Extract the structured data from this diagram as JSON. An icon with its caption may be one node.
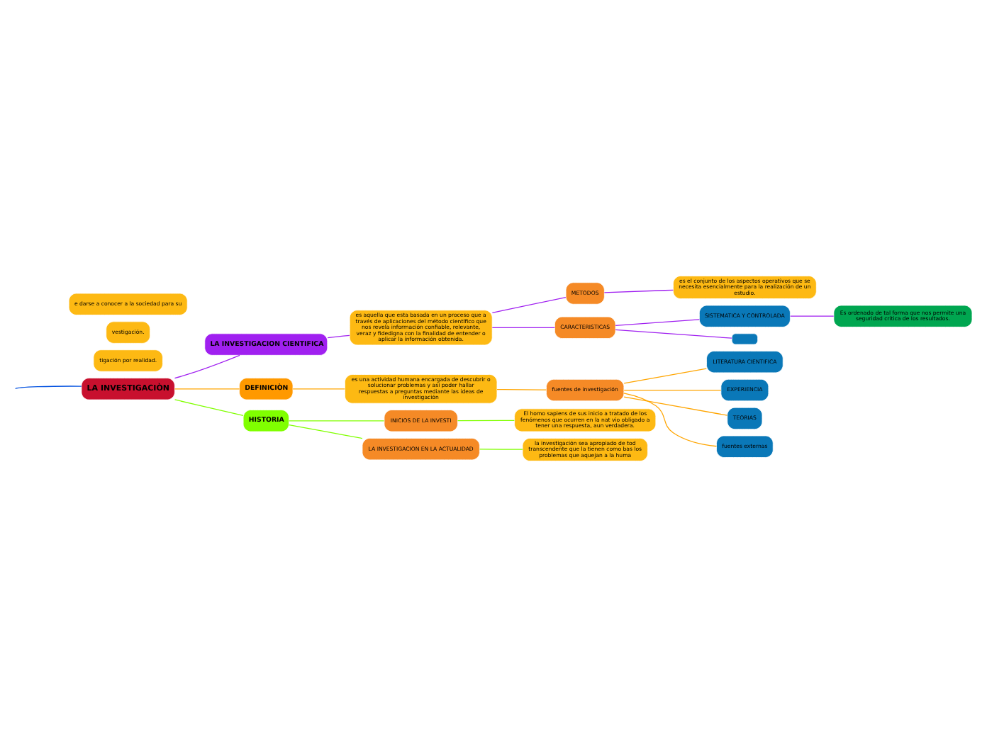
{
  "diagram": {
    "nodes": [
      {
        "text": [
          "LA INVESTIGACIÒN"
        ]
      },
      {
        "text": [
          "LA INVESTIGACION CIENTIFICA"
        ]
      },
      {
        "text": [
          "es aquella que esta basada en un proceso que a través de aplicaciones del método científico que nos revela información confiable, relevante, veraz y fidedigna con la finalidad de entender o aplicar la información obtenida."
        ]
      },
      {
        "text": [
          "METODOS"
        ]
      },
      {
        "text": [
          "es el conjunto de los aspectos operativos que se necesita esencialmente para la realización de un estudio."
        ]
      },
      {
        "text": [
          "CARACTERISTICAS"
        ]
      },
      {
        "text": [
          "SISTEMATICA Y CONTROLADA"
        ]
      },
      {
        "text": [
          "Es ordenado de tal forma que nos permite una seguridad critica de los resultados."
        ]
      },
      {
        "text": [],
        "shape": "box"
      },
      {
        "text": [
          "DEFINICIÒN"
        ]
      },
      {
        "text": [
          "es una actividad humana encargada de descubrir o solucionar problemas y así poder hallar respuestas a preguntas mediante las ideas de investigación"
        ]
      },
      {
        "text": [
          "fuentes de investigación"
        ]
      },
      {
        "text": [
          "LITERATURA CIENTIFICA"
        ]
      },
      {
        "text": [
          "EXPERIENCIA"
        ]
      },
      {
        "text": [
          "TEORIAS"
        ]
      },
      {
        "text": [
          "fuentes externas"
        ]
      },
      {
        "text": [
          "HISTORIA"
        ]
      },
      {
        "text": [
          "INICIOS DE LA INVESTI"
        ]
      },
      {
        "text": [
          "El homo sapiens de sus inicio a tratado de los fenómenos que ocurren en la nat vio obligado a tener una respuesta, aun verdadera."
        ]
      },
      {
        "text": [
          "LA INVESTIGACION EN LA ACTUALIDAD"
        ]
      },
      {
        "text": [
          "la investigación sea apropiado de tod transcendente que la tienen como bas los problemas que aquejan a la huma"
        ]
      },
      {
        "text": [
          "tigación por realidad."
        ]
      },
      {
        "text": [
          "vestigación."
        ]
      },
      {
        "text": [
          "e darse a conocer a la sociedad para su"
        ]
      }
    ],
    "edges": [
      {
        "from": 0,
        "to": null,
        "arrow": "none",
        "color": "#0050e0"
      },
      {
        "from": 0,
        "to": 1,
        "arrow": "none"
      },
      {
        "from": 1,
        "to": 2,
        "arrow": "none"
      },
      {
        "from": 2,
        "to": 3,
        "arrow": "none"
      },
      {
        "from": 3,
        "to": 4,
        "arrow": "none"
      },
      {
        "from": 2,
        "to": 5,
        "arrow": "none"
      },
      {
        "from": 5,
        "to": 6,
        "arrow": "none"
      },
      {
        "from": 6,
        "to": 7,
        "arrow": "none"
      },
      {
        "from": 5,
        "to": 8,
        "arrow": "none"
      },
      {
        "from": 0,
        "to": 9,
        "arrow": "none",
        "color": "#ffa500"
      },
      {
        "from": 9,
        "to": 10,
        "arrow": "none",
        "color": "#ffa500"
      },
      {
        "from": 10,
        "to": 11,
        "arrow": "none",
        "color": "#ffa500"
      },
      {
        "from": 11,
        "to": 12,
        "arrow": "none",
        "color": "#ffa500"
      },
      {
        "from": 11,
        "to": 13,
        "arrow": "none",
        "color": "#ffa500"
      },
      {
        "from": 11,
        "to": 14,
        "arrow": "none",
        "color": "#ffa500"
      },
      {
        "from": 11,
        "to": 15,
        "arrow": "none",
        "color": "#ffa500"
      },
      {
        "from": 0,
        "to": 16,
        "arrow": "none",
        "color": "#80ff00"
      },
      {
        "from": 16,
        "to": 17,
        "arrow": "none",
        "color": "#80ff00"
      },
      {
        "from": 17,
        "to": 18,
        "arrow": "none",
        "color": "#80ff00"
      },
      {
        "from": 16,
        "to": 19,
        "arrow": "none",
        "color": "#80ff00"
      },
      {
        "from": 19,
        "to": 20,
        "arrow": "none",
        "color": "#80ff00"
      }
    ]
  }
}
